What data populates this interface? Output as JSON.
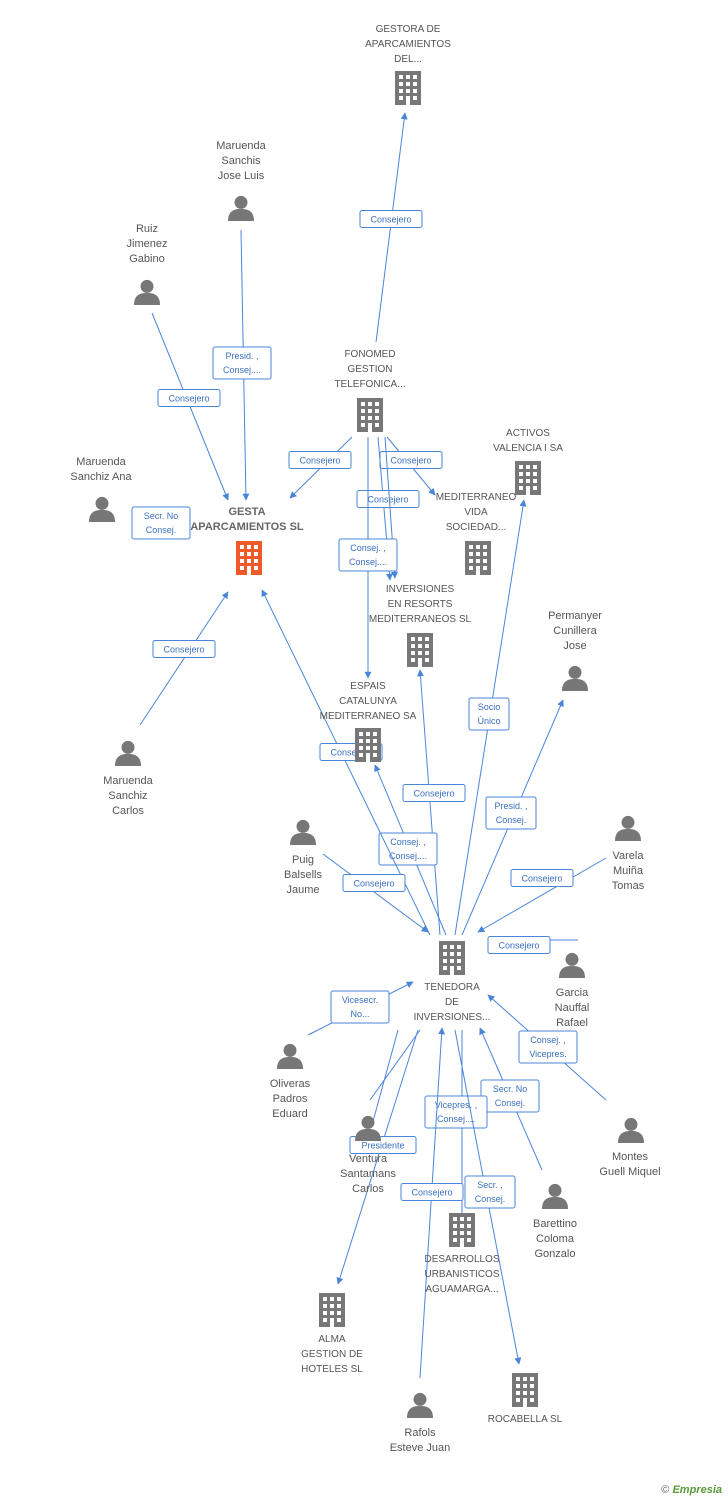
{
  "colors": {
    "edge": "#4a86d8",
    "node": "#777777",
    "main_node": "#f05a28",
    "label": "#555555"
  },
  "nodes": [
    {
      "id": "gestora",
      "type": "company",
      "label": [
        "GESTORA DE",
        "APARCAMIENTOS",
        "DEL..."
      ]
    },
    {
      "id": "maruenda_jl",
      "type": "person",
      "label": [
        "Maruenda",
        "Sanchis",
        "Jose Luis"
      ]
    },
    {
      "id": "ruiz",
      "type": "person",
      "label": [
        "Ruiz",
        "Jimenez",
        "Gabino"
      ]
    },
    {
      "id": "fonomed",
      "type": "company",
      "label": [
        "FONOMED",
        "GESTION",
        "TELEFONICA..."
      ]
    },
    {
      "id": "activos",
      "type": "company",
      "label": [
        "ACTIVOS",
        "VALENCIA I SA"
      ]
    },
    {
      "id": "maruenda_ana",
      "type": "person",
      "label": [
        "Maruenda",
        "Sanchiz Ana"
      ]
    },
    {
      "id": "gesta",
      "type": "main",
      "label": [
        "GESTA",
        "APARCAMIENTOS SL"
      ]
    },
    {
      "id": "mediterraneo_vida",
      "type": "company",
      "label": [
        "MEDITERRANEO",
        "VIDA",
        "SOCIEDAD..."
      ]
    },
    {
      "id": "inversiones",
      "type": "company",
      "label": [
        "INVERSIONES",
        "EN RESORTS",
        "MEDITERRANEOS SL"
      ]
    },
    {
      "id": "permanyer",
      "type": "person",
      "label": [
        "Permanyer",
        "Cunillera",
        "Jose"
      ]
    },
    {
      "id": "espais",
      "type": "company",
      "label": [
        "ESPAIS",
        "CATALUNYA",
        "MEDITERRANEO SA"
      ]
    },
    {
      "id": "maruenda_carlos",
      "type": "person",
      "label": [
        "Maruenda",
        "Sanchiz",
        "Carlos"
      ]
    },
    {
      "id": "puig",
      "type": "person",
      "label": [
        "Puig",
        "Balsells",
        "Jaume"
      ]
    },
    {
      "id": "varela",
      "type": "person",
      "label": [
        "Varela",
        "Muiña",
        "Tomas"
      ]
    },
    {
      "id": "tenedora",
      "type": "company",
      "label": [
        "TENEDORA",
        "DE",
        "INVERSIONES..."
      ]
    },
    {
      "id": "garcia",
      "type": "person",
      "label": [
        "Garcia",
        "Nauffal",
        "Rafael"
      ]
    },
    {
      "id": "oliveras",
      "type": "person",
      "label": [
        "Oliveras",
        "Padros",
        "Eduard"
      ]
    },
    {
      "id": "montes",
      "type": "person",
      "label": [
        "Montes",
        "Guell Miquel"
      ]
    },
    {
      "id": "ventura",
      "type": "person",
      "label": [
        "Ventura",
        "Santamans",
        "Carlos"
      ]
    },
    {
      "id": "barettino",
      "type": "person",
      "label": [
        "Barettino",
        "Coloma",
        "Gonzalo"
      ]
    },
    {
      "id": "desarrollos",
      "type": "company",
      "label": [
        "DESARROLLOS",
        "URBANISTICOS",
        "AGUAMARGA..."
      ]
    },
    {
      "id": "alma",
      "type": "company",
      "label": [
        "ALMA",
        "GESTION DE",
        "HOTELES SL"
      ]
    },
    {
      "id": "rafols",
      "type": "person",
      "label": [
        "Rafols",
        "Esteve Juan"
      ]
    },
    {
      "id": "rocabella",
      "type": "company",
      "label": [
        "ROCABELLA SL"
      ]
    }
  ],
  "edges": [
    {
      "id": "e1",
      "label": [
        "Consejero"
      ]
    },
    {
      "id": "e2",
      "label": [
        "Presid. ,",
        "Consej...."
      ]
    },
    {
      "id": "e3",
      "label": [
        "Consejero"
      ]
    },
    {
      "id": "e4",
      "label": [
        "Secr.  No",
        "Consej."
      ]
    },
    {
      "id": "e5",
      "label": [
        "Consejero"
      ]
    },
    {
      "id": "e6",
      "label": [
        "Consejero"
      ]
    },
    {
      "id": "e7",
      "label": [
        "Consejero"
      ]
    },
    {
      "id": "e8",
      "label": [
        "Consejero"
      ]
    },
    {
      "id": "e9",
      "label": [
        "Consej. ,",
        "Consej...."
      ]
    },
    {
      "id": "e10",
      "label": [
        "Consejero"
      ]
    },
    {
      "id": "e11",
      "label": [
        "Socio",
        "Único"
      ]
    },
    {
      "id": "e12",
      "label": [
        "Consejero"
      ]
    },
    {
      "id": "e13",
      "label": [
        "Presid. ,",
        "Consej."
      ]
    },
    {
      "id": "e14",
      "label": [
        "Consej. ,",
        "Consej...."
      ]
    },
    {
      "id": "e15",
      "label": [
        "Consejero"
      ]
    },
    {
      "id": "e16",
      "label": [
        "Consejero"
      ]
    },
    {
      "id": "e17",
      "label": [
        "Consejero"
      ]
    },
    {
      "id": "e18",
      "label": [
        "Vicesecr.",
        "No..."
      ]
    },
    {
      "id": "e19",
      "label": [
        "Consejero"
      ]
    },
    {
      "id": "e20",
      "label": [
        "Consej. ,",
        "Vicepres."
      ]
    },
    {
      "id": "e21",
      "label": [
        "Secr.  No",
        "Consej."
      ]
    },
    {
      "id": "e22",
      "label": [
        "Vicepres. ,",
        "Consej...."
      ]
    },
    {
      "id": "e23",
      "label": [
        "Presidente"
      ]
    },
    {
      "id": "e24",
      "label": [
        "Consejero"
      ]
    },
    {
      "id": "e25",
      "label": [
        "Secr. ,",
        "Consej."
      ]
    }
  ],
  "footer": {
    "copyright": "©",
    "brand": "Empresia"
  }
}
